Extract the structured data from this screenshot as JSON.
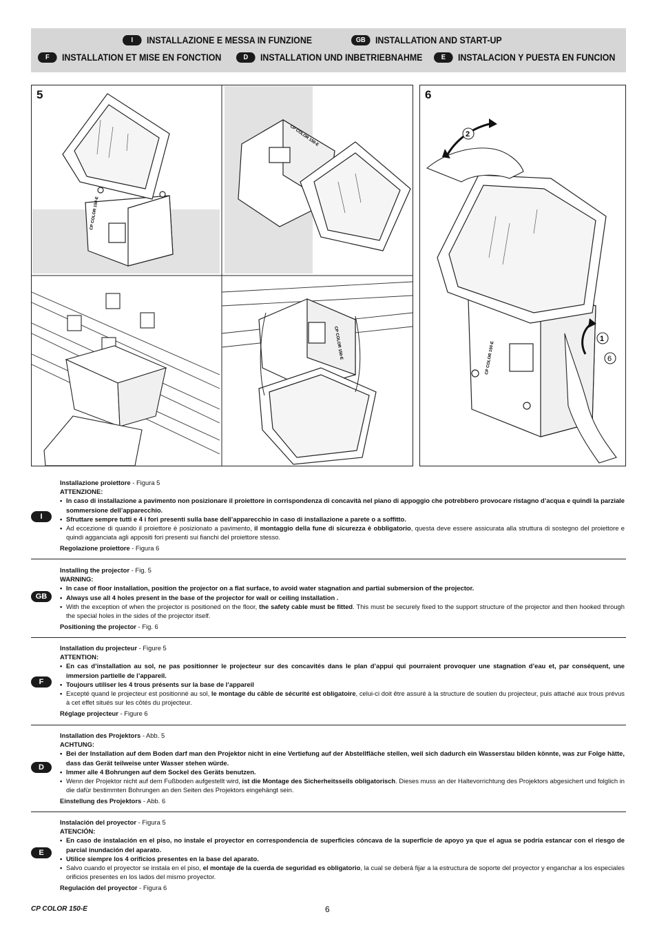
{
  "header": {
    "items": [
      {
        "code": "I",
        "title": "INSTALLAZIONE E MESSA IN FUNZIONE"
      },
      {
        "code": "GB",
        "title": "INSTALLATION AND START-UP"
      },
      {
        "code": "F",
        "title": "INSTALLATION ET MISE EN FONCTION"
      },
      {
        "code": "D",
        "title": "INSTALLATION UND INBETRIEBNAHME"
      },
      {
        "code": "E",
        "title": "INSTALACION Y PUESTA EN FUNCION"
      }
    ]
  },
  "figures": {
    "fig5": {
      "number": "5",
      "label_text": "CP COLOR 150-E"
    },
    "fig6": {
      "number": "6",
      "label_text": "CP COLOR 150-E",
      "callout_1": "1",
      "callout_2": "2",
      "callout_6": "6"
    }
  },
  "sections": [
    {
      "code": "I",
      "heading_bold": "Installazione proiettore",
      "heading_ref": " - Figura 5",
      "warning": "ATTENZIONE:",
      "bullet1": "In caso di installazione a pavimento non posizionare il proiettore in corrispondenza di concavità nel piano di appoggio che potrebbero provocare ristagno d’acqua e quindi la parziale sommersione dell’apparecchio.",
      "bullet2": "Sfruttare sempre tutti e 4 i fori presenti sulla base dell’apparecchio in caso di installazione a parete o a soffitto.",
      "bullet3_pre": "Ad eccezione di quando il proiettore è posizionato a pavimento, ",
      "bullet3_bold": "il montaggio della fune di sicurezza è obbligatorio",
      "bullet3_post": ", questa deve essere assicurata alla struttura di sostegno del proiettore e quindi agganciata agli appositi fori presenti sui fianchi del proiettore stesso.",
      "footer_bold": "Regolazione proiettore",
      "footer_ref": " - Figura 6"
    },
    {
      "code": "GB",
      "heading_bold": "Installing the projector",
      "heading_ref": " - Fig. 5",
      "warning": "WARNING:",
      "bullet1": "In case of floor installation, position the projector on a flat surface, to avoid water stagnation and partial submersion of the projector.",
      "bullet2": "Always use all 4 holes present in the base of the projector for wall or ceiling installation .",
      "bullet3_pre": "With the exception of when the projector is positioned on the floor, ",
      "bullet3_bold": "the safety cable must be fitted",
      "bullet3_post": ". This must be securely fixed to the support structure of the projector and then hooked through the special holes in the sides of the projector itself.",
      "footer_bold": "Positioning the projector",
      "footer_ref": " - Fig. 6"
    },
    {
      "code": "F",
      "heading_bold": "Installation du projecteur",
      "heading_ref": " - Figure 5",
      "warning": "ATTENTION:",
      "bullet1": "En cas d’installation au sol, ne pas positionner le projecteur sur des concavités dans le plan d’appui qui pourraient provoquer une stagnation d’eau et, par conséquent, une immersion partielle de l’appareil.",
      "bullet2": "Toujours utiliser les 4 trous présents sur la base de l’appareil",
      "bullet3_pre": "Excepté quand le projecteur est positionné au sol, ",
      "bullet3_bold": "le montage du câble de sécurité est obligatoire",
      "bullet3_post": ", celui-ci doit être assuré à la structure de soutien du projecteur, puis attaché aux trous prévus à cet effet situés sur les côtés du projecteur.",
      "footer_bold": "Réglage projecteur",
      "footer_ref": " - Figure 6"
    },
    {
      "code": "D",
      "heading_bold": "Installation des Projektors",
      "heading_ref": " - Abb. 5",
      "warning": "ACHTUNG:",
      "bullet1": "Bei der Installation auf dem Boden darf man den Projektor nicht in eine Vertiefung auf der Abstellfläche stellen, weil sich dadurch ein Wasserstau bilden könnte, was zur Folge hätte, dass das Gerät teilweise unter Wasser stehen würde.",
      "bullet2": "Immer alle 4 Bohrungen auf dem Sockel des Geräts benutzen.",
      "bullet3_pre": "Wenn der Projektor nicht auf dem Fußboden aufgestellt wird, ",
      "bullet3_bold": "ist die Montage des Sicherheitsseils obligatorisch",
      "bullet3_post": ". Dieses muss an der Haltevorrichtung des Projektors abgesichert und folglich in die dafür bestimmten Bohrungen an den Seiten des Projektors eingehängt sein.",
      "footer_bold": "Einstellung des Projektors",
      "footer_ref": " - Abb. 6"
    },
    {
      "code": "E",
      "heading_bold": "Instalación del proyector",
      "heading_ref": " - Figura 5",
      "warning": "ATENCIÓN:",
      "bullet1": "En caso de instalación en el piso, no instale el proyector en correspondencia de superficies cóncava de la superficie de apoyo ya que el agua se podría estancar con el riesgo de parcial inundación del aparato.",
      "bullet2": "Utilice siempre los 4 orificios presentes en la base del aparato.",
      "bullet3_pre": "Salvo cuando el proyector se instala en el piso, ",
      "bullet3_bold": "el montaje de la cuerda de seguridad es obligatorio",
      "bullet3_post": ", la cual se deberá fijar a la estructura de soporte del proyector y enganchar a los especiales orificios presentes en los lados del mismo proyector.",
      "footer_bold": "Regulación del proyector",
      "footer_ref": " - Figura 6"
    }
  ],
  "footer": {
    "model": "CP COLOR 150-E",
    "page": "6"
  }
}
